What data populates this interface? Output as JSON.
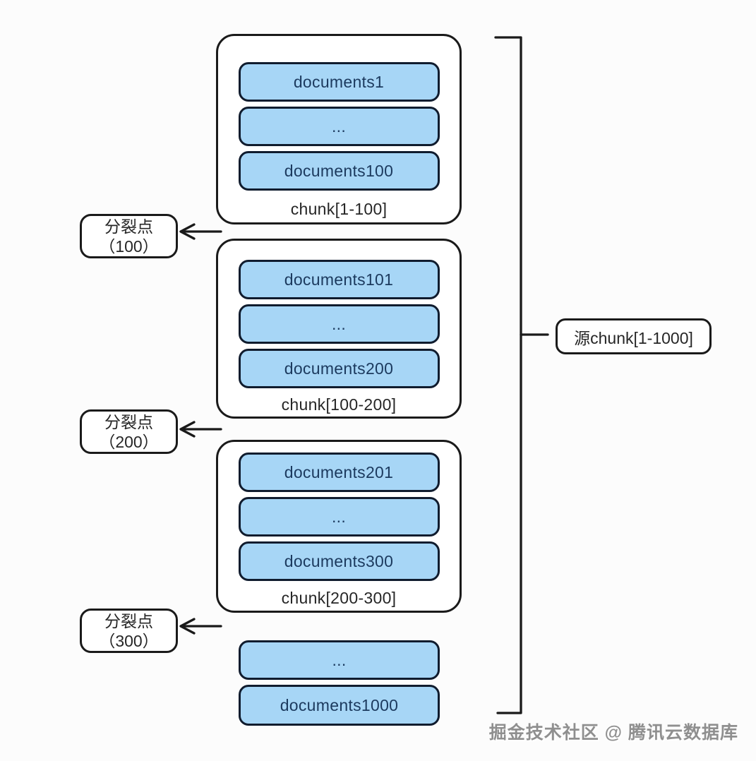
{
  "theme": {
    "canvas_bg": "#fcfcfc",
    "container_bg": "#ffffff",
    "container_border": "#1a1a1a",
    "doc_fill": "#a7d6f6",
    "doc_border": "#101c2e",
    "doc_text": "#1c3a5e",
    "label_text": "#262626",
    "line_color": "#1a1a1a",
    "watermark_color": "#8f8f8f"
  },
  "chunks": [
    {
      "label": "chunk[1-100]",
      "items": [
        "documents1",
        "...",
        "documents100"
      ]
    },
    {
      "label": "chunk[100-200]",
      "items": [
        "documents101",
        "...",
        "documents200"
      ]
    },
    {
      "label": "chunk[200-300]",
      "items": [
        "documents201",
        "...",
        "documents300"
      ]
    }
  ],
  "tail": {
    "items": [
      "...",
      "documents1000"
    ]
  },
  "split_points": [
    {
      "line1": "分裂点",
      "line2": "（100）"
    },
    {
      "line1": "分裂点",
      "line2": "（200）"
    },
    {
      "line1": "分裂点",
      "line2": "（300）"
    }
  ],
  "bracket": {
    "label": "源chunk[1-1000]"
  },
  "watermark": {
    "text": "掘金技术社区 @ 腾讯云数据库"
  }
}
